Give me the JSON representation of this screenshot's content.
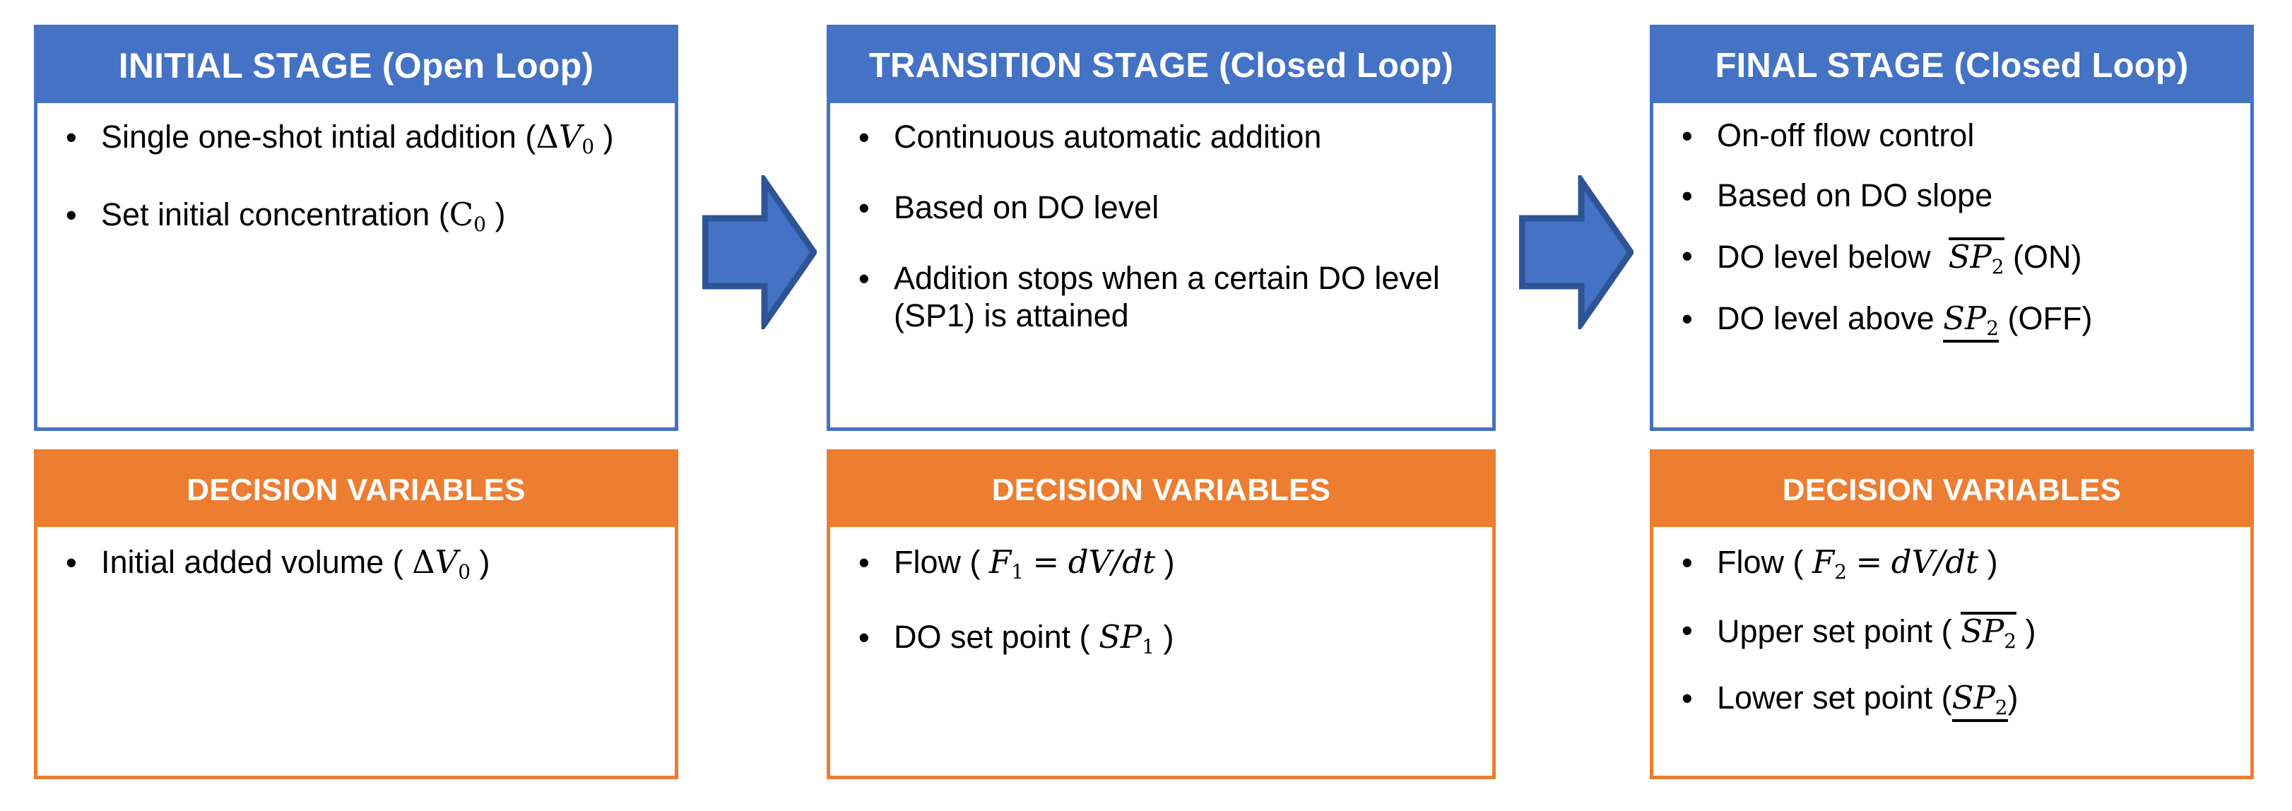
{
  "colors": {
    "stage_blue": "#4472C4",
    "stage_blue_dark": "#2E5496",
    "decision_orange": "#ED7D31",
    "text": "#000000",
    "header_text": "#FFFFFF"
  },
  "columns": [
    {
      "stage": {
        "title": "INITIAL STAGE  (Open Loop)",
        "bullets": [
          {
            "id": "one-shot-addition",
            "text": "Single one-shot intial addition (ΔV₀ )"
          },
          {
            "id": "set-initial-concentration",
            "text": "Set initial concentration (C₀ )"
          }
        ]
      },
      "decision": {
        "title": "DECISION VARIABLES",
        "bullets": [
          {
            "id": "initial-added-volume",
            "text": "Initial added volume ( ΔV₀ )"
          }
        ]
      }
    },
    {
      "stage": {
        "title": "TRANSITION STAGE (Closed Loop)",
        "bullets": [
          {
            "id": "continuous-automatic-addition",
            "text": "Continuous automatic addition"
          },
          {
            "id": "based-on-do-level",
            "text": "Based on DO level"
          },
          {
            "id": "addition-stops-sp1",
            "text": "Addition stops when a certain DO level (SP1) is attained"
          }
        ]
      },
      "decision": {
        "title": "DECISION VARIABLES",
        "bullets": [
          {
            "id": "flow-f1",
            "text": "Flow ( F₁ = dV/dt )"
          },
          {
            "id": "do-set-point-sp1",
            "text": "DO set point ( SP₁ )"
          }
        ]
      }
    },
    {
      "stage": {
        "title": "FINAL STAGE (Closed Loop)",
        "bullets": [
          {
            "id": "on-off-flow-control",
            "text": "On-off flow control"
          },
          {
            "id": "based-on-do-slope",
            "text": "Based on DO slope"
          },
          {
            "id": "do-level-below-upper-sp2",
            "text": "DO level below  SP₂ (ON)"
          },
          {
            "id": "do-level-above-lower-sp2",
            "text": "DO level above SP₂ (OFF)"
          }
        ]
      },
      "decision": {
        "title": "DECISION VARIABLES",
        "bullets": [
          {
            "id": "flow-f2",
            "text": "Flow ( F₂ = dV/dt )"
          },
          {
            "id": "upper-set-point-sp2",
            "text": "Upper set point ( SP₂ )"
          },
          {
            "id": "lower-set-point-sp2",
            "text": "Lower set point (SP₂)"
          }
        ]
      }
    }
  ],
  "arrows": [
    {
      "id": "arrow-initial-to-transition",
      "direction": "right"
    },
    {
      "id": "arrow-transition-to-final",
      "direction": "right"
    }
  ],
  "bullet_glyph": "•"
}
